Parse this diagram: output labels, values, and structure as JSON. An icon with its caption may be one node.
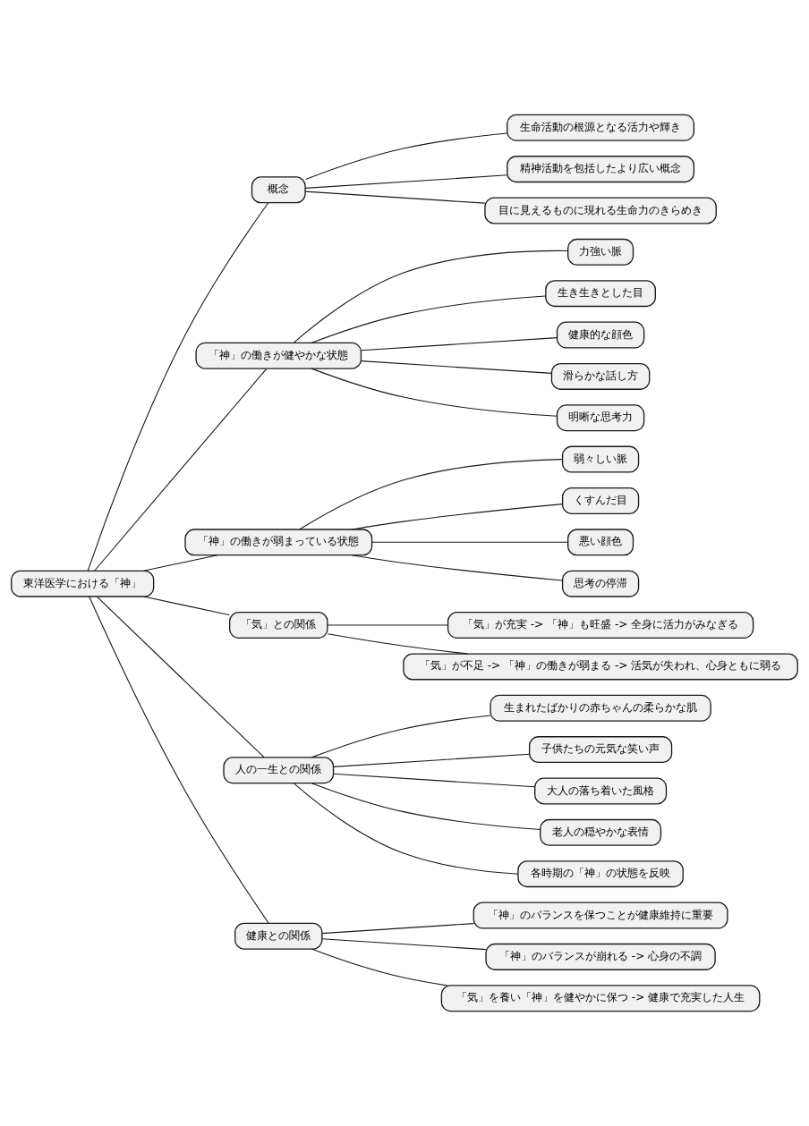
{
  "diagram": {
    "nodes": [
      {
        "text": [
          "東洋医学における「神」"
        ]
      },
      {
        "text": [
          "概念"
        ]
      },
      {
        "text": [
          "生命活動の根源となる活力や輝き"
        ]
      },
      {
        "text": [
          "精神活動を包括したより広い概念"
        ]
      },
      {
        "text": [
          "目に見えるものに現れる生命力のきらめき"
        ]
      },
      {
        "text": [
          "「神」の働きが健やかな状態"
        ]
      },
      {
        "text": [
          "力強い脈"
        ]
      },
      {
        "text": [
          "生き生きとした目"
        ]
      },
      {
        "text": [
          "健康的な顔色"
        ]
      },
      {
        "text": [
          "滑らかな話し方"
        ]
      },
      {
        "text": [
          "明晰な思考力"
        ]
      },
      {
        "text": [
          "「神」の働きが弱まっている状態"
        ]
      },
      {
        "text": [
          "弱々しい脈"
        ]
      },
      {
        "text": [
          "くすんだ目"
        ]
      },
      {
        "text": [
          "悪い顔色"
        ]
      },
      {
        "text": [
          "思考の停滞"
        ]
      },
      {
        "text": [
          "「気」との関係"
        ]
      },
      {
        "text": [
          "「気」が充実 -> 「神」も旺盛 -> 全身に活力がみなぎる"
        ]
      },
      {
        "text": [
          "「気」が不足 -> 「神」の働きが弱まる -> 活気が失われ、心身ともに弱る"
        ]
      },
      {
        "text": [
          "人の一生との関係"
        ]
      },
      {
        "text": [
          "生まれたばかりの赤ちゃんの柔らかな肌"
        ]
      },
      {
        "text": [
          "子供たちの元気な笑い声"
        ]
      },
      {
        "text": [
          "大人の落ち着いた風格"
        ]
      },
      {
        "text": [
          "老人の穏やかな表情"
        ]
      },
      {
        "text": [
          "各時期の「神」の状態を反映"
        ]
      },
      {
        "text": [
          "健康との関係"
        ]
      },
      {
        "text": [
          "「神」のバランスを保つことが健康維持に重要"
        ]
      },
      {
        "text": [
          "「神」のバランスが崩れる -> 心身の不調"
        ]
      },
      {
        "text": [
          "「気」を養い「神」を健やかに保つ -> 健康で充実した人生"
        ]
      }
    ],
    "edges": [
      {
        "from": 0,
        "to": 1,
        "arrow": "none"
      },
      {
        "from": 1,
        "to": 2,
        "arrow": "none"
      },
      {
        "from": 1,
        "to": 3,
        "arrow": "none"
      },
      {
        "from": 1,
        "to": 4,
        "arrow": "none"
      },
      {
        "from": 0,
        "to": 5,
        "arrow": "none"
      },
      {
        "from": 5,
        "to": 6,
        "arrow": "none"
      },
      {
        "from": 5,
        "to": 7,
        "arrow": "none"
      },
      {
        "from": 5,
        "to": 8,
        "arrow": "none"
      },
      {
        "from": 5,
        "to": 9,
        "arrow": "none"
      },
      {
        "from": 5,
        "to": 10,
        "arrow": "none"
      },
      {
        "from": 0,
        "to": 11,
        "arrow": "none"
      },
      {
        "from": 11,
        "to": 12,
        "arrow": "none"
      },
      {
        "from": 11,
        "to": 13,
        "arrow": "none"
      },
      {
        "from": 11,
        "to": 14,
        "arrow": "none"
      },
      {
        "from": 11,
        "to": 15,
        "arrow": "none"
      },
      {
        "from": 0,
        "to": 16,
        "arrow": "none"
      },
      {
        "from": 16,
        "to": 17,
        "arrow": "none"
      },
      {
        "from": 16,
        "to": 18,
        "arrow": "none"
      },
      {
        "from": 0,
        "to": 19,
        "arrow": "none"
      },
      {
        "from": 19,
        "to": 20,
        "arrow": "none"
      },
      {
        "from": 19,
        "to": 21,
        "arrow": "none"
      },
      {
        "from": 19,
        "to": 22,
        "arrow": "none"
      },
      {
        "from": 19,
        "to": 23,
        "arrow": "none"
      },
      {
        "from": 19,
        "to": 24,
        "arrow": "none"
      },
      {
        "from": 0,
        "to": 25,
        "arrow": "none"
      },
      {
        "from": 25,
        "to": 26,
        "arrow": "none"
      },
      {
        "from": 25,
        "to": 27,
        "arrow": "none"
      },
      {
        "from": 25,
        "to": 28,
        "arrow": "none"
      }
    ]
  }
}
